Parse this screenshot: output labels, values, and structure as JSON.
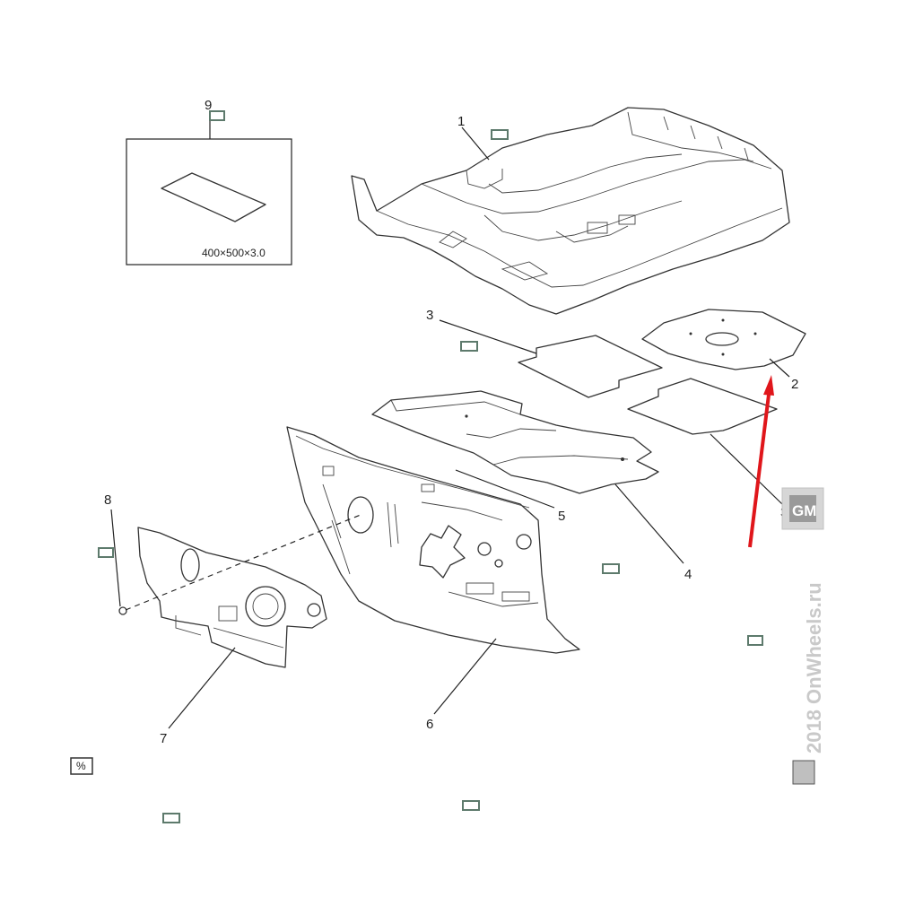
{
  "callouts": {
    "c1": "1",
    "c2": "2",
    "c3a": "3",
    "c3b": "3",
    "c4": "4",
    "c5": "5",
    "c6": "6",
    "c7": "7",
    "c8": "8",
    "c9": "9"
  },
  "detail_box": {
    "dimensions": "400×500×3.0"
  },
  "small_tag_text": "%",
  "watermark": {
    "brand": "GM",
    "copyright": "2018 OnWheels.ru"
  },
  "colors": {
    "arrow": "#e0161b",
    "tag_border": "#5d7a6c",
    "line": "#222222"
  }
}
